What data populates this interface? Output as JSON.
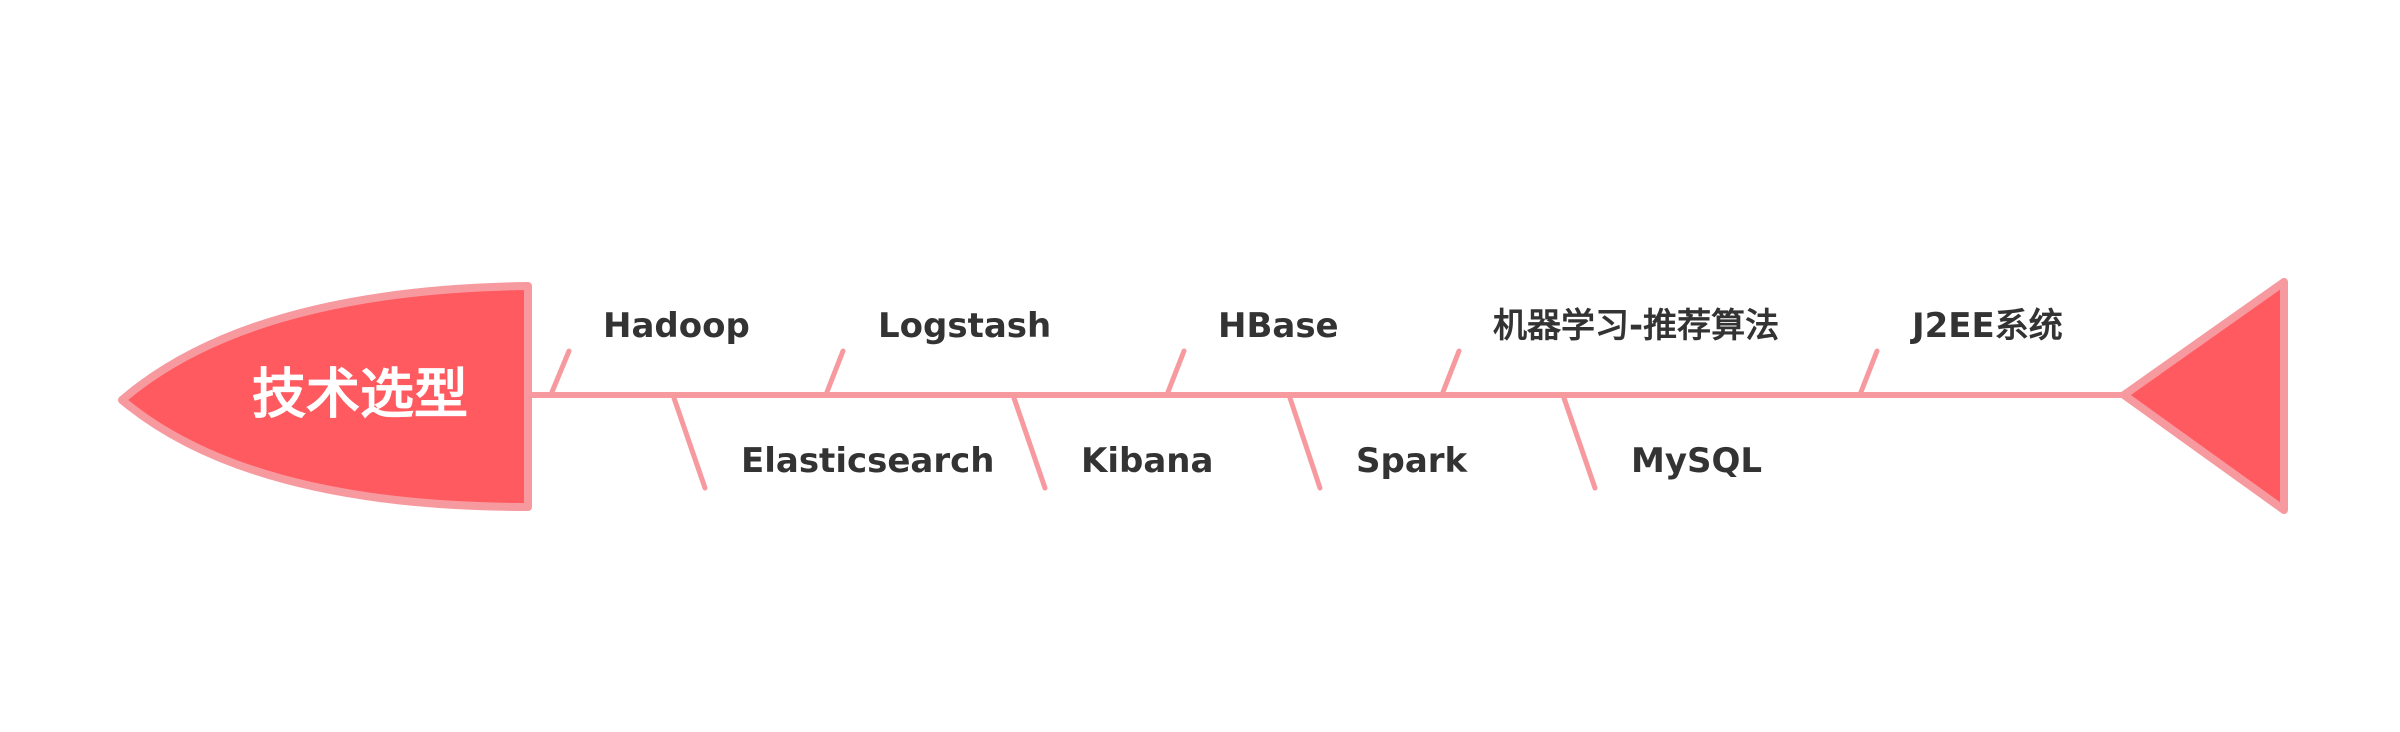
{
  "diagram": {
    "head_label": "技术选型",
    "colors": {
      "fill": "#ff5a5f",
      "stroke": "#f79aa0",
      "text_dark": "#333333",
      "text_light": "#ffffff"
    },
    "branches_top": [
      {
        "label": "Hadoop"
      },
      {
        "label": "Logstash"
      },
      {
        "label": "HBase"
      },
      {
        "label": "机器学习-推荐算法"
      },
      {
        "label": "J2EE系统"
      }
    ],
    "branches_bottom": [
      {
        "label": "Elasticsearch"
      },
      {
        "label": "Kibana"
      },
      {
        "label": "Spark"
      },
      {
        "label": "MySQL"
      }
    ]
  }
}
